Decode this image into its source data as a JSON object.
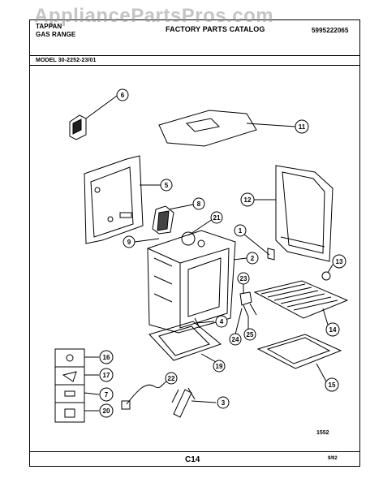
{
  "watermark": "AppliancePartsPros.com",
  "header": {
    "brand": "TAPPAN",
    "product": "GAS RANGE",
    "catalog": "FACTORY PARTS CATALOG",
    "doc_number": "5995222065",
    "model": "MODEL 30-2252-23/01"
  },
  "footer": {
    "page": "C14",
    "drawing_no": "1552",
    "date": "9/92"
  },
  "callouts": [
    "6",
    "11",
    "5",
    "8",
    "12",
    "21",
    "1",
    "9",
    "2",
    "13",
    "23",
    "4",
    "14",
    "24",
    "25",
    "19",
    "16",
    "17",
    "22",
    "7",
    "3",
    "20",
    "15"
  ]
}
